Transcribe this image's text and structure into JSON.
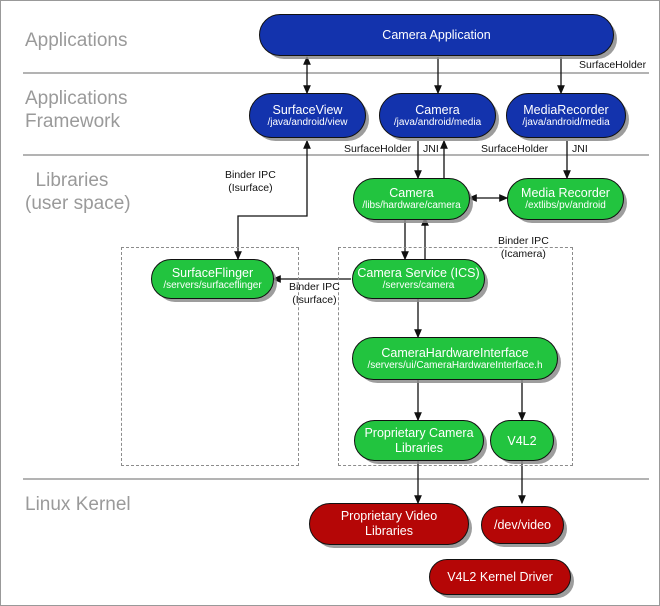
{
  "title": "Android Camera Architecture Stack",
  "colors": {
    "blue": "#1333ad",
    "green": "#22c43f",
    "red": "#b50606",
    "layer_label": "#9a9a9a",
    "separator": "#9a9a9a",
    "dashed_group": "#8c8c8c",
    "arrow": "#111111",
    "shadow": "#8c8c8c",
    "background": "#ffffff"
  },
  "layers": [
    {
      "id": "applications",
      "label": "Applications"
    },
    {
      "id": "applications-framework",
      "label": "Applications\nFramework"
    },
    {
      "id": "libraries",
      "label": "  Libraries\n(user space)"
    },
    {
      "id": "linux-kernel",
      "label": "Linux Kernel"
    }
  ],
  "nodes": [
    {
      "id": "camera-application",
      "title": "Camera Application",
      "sub": "",
      "color": "blue"
    },
    {
      "id": "surfaceview",
      "title": "SurfaceView",
      "sub": "/java/android/view",
      "color": "blue"
    },
    {
      "id": "camera-java",
      "title": "Camera",
      "sub": "/java/android/media",
      "color": "blue"
    },
    {
      "id": "mediarecorder-java",
      "title": "MediaRecorder",
      "sub": "/java/android/media",
      "color": "blue"
    },
    {
      "id": "camera-lib",
      "title": "Camera",
      "sub": "/libs/hardware/camera",
      "color": "green"
    },
    {
      "id": "media-recorder-lib",
      "title": "Media Recorder",
      "sub": "/extlibs/pv/android",
      "color": "green"
    },
    {
      "id": "surfaceflinger",
      "title": "SurfaceFlinger",
      "sub": "/servers/surfaceflinger",
      "color": "green"
    },
    {
      "id": "camera-service",
      "title": "Camera Service (ICS)",
      "sub": "/servers/camera",
      "color": "green"
    },
    {
      "id": "camerahardwareinterface",
      "title": "CameraHardwareInterface",
      "sub": "/servers/ui/CameraHardwareInterface.h",
      "color": "green"
    },
    {
      "id": "proprietary-camera-libraries",
      "title": "Proprietary Camera Libraries",
      "sub": "",
      "color": "green"
    },
    {
      "id": "v4l2",
      "title": "V4L2",
      "sub": "",
      "color": "green"
    },
    {
      "id": "proprietary-video-libraries",
      "title": "Proprietary Video Libraries",
      "sub": "",
      "color": "red"
    },
    {
      "id": "dev-video",
      "title": "/dev/video",
      "sub": "",
      "color": "red"
    },
    {
      "id": "v4l2-kernel-driver",
      "title": "V4L2 Kernel Driver",
      "sub": "",
      "color": "red"
    }
  ],
  "edge_labels": [
    {
      "id": "surfaceholder-app-to-mediarecorder",
      "text": "SurfaceHolder"
    },
    {
      "id": "surfaceholder-camera-jni",
      "text": "SurfaceHolder"
    },
    {
      "id": "jni-camera",
      "text": "JNI"
    },
    {
      "id": "surfaceholder-mediarecorder",
      "text": "SurfaceHolder"
    },
    {
      "id": "jni-mediarecorder",
      "text": "JNI"
    },
    {
      "id": "binder-ipc-isurface-top",
      "text": "Binder IPC\n(Isurface)"
    },
    {
      "id": "binder-ipc-icamera",
      "text": "Binder IPC\n(Icamera)"
    },
    {
      "id": "binder-ipc-isurface-service",
      "text": "Binder IPC\n(Isurface)"
    }
  ],
  "groups": [
    {
      "id": "surfaceflinger-group",
      "label": ""
    },
    {
      "id": "camera-service-group",
      "label": ""
    }
  ]
}
